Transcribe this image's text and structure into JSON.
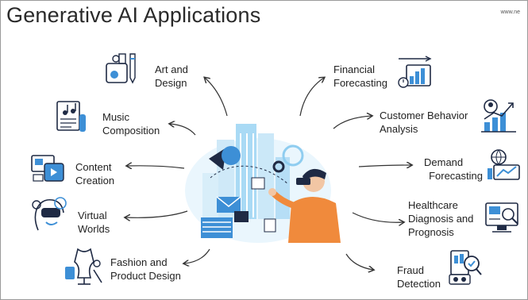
{
  "title": "Generative AI Applications",
  "watermark": "www.ne",
  "colors": {
    "accent_blue": "#3d8fd6",
    "dark": "#1f2a44",
    "orange": "#f08a3c",
    "light_blue": "#bfe3f7"
  },
  "applications": {
    "art_design": {
      "line1": "Art and",
      "line2": "Design",
      "icon": "art-palette-icon"
    },
    "music": {
      "line1": "Music",
      "line2": "Composition",
      "icon": "music-sheet-icon"
    },
    "content": {
      "line1": "Content",
      "line2": "Creation",
      "icon": "content-screens-icon"
    },
    "virtual": {
      "line1": "Virtual",
      "line2": "Worlds",
      "icon": "vr-headset-icon"
    },
    "fashion": {
      "line1": "Fashion and",
      "line2": "Product Design",
      "icon": "mannequin-icon"
    },
    "financial": {
      "line1": "Financial",
      "line2": "Forecasting",
      "icon": "finance-chart-icon"
    },
    "customer": {
      "line1": "Customer Behavior",
      "line2": "Analysis",
      "icon": "customer-growth-icon"
    },
    "demand": {
      "line1": "Demand",
      "line2": "Forecasting",
      "icon": "demand-globe-icon"
    },
    "healthcare": {
      "line1": "Healthcare",
      "line2": "Diagnosis and",
      "line3": "Prognosis",
      "icon": "health-monitor-icon"
    },
    "fraud": {
      "line1": "Fraud",
      "line2": "Detection",
      "icon": "fraud-search-icon"
    }
  }
}
